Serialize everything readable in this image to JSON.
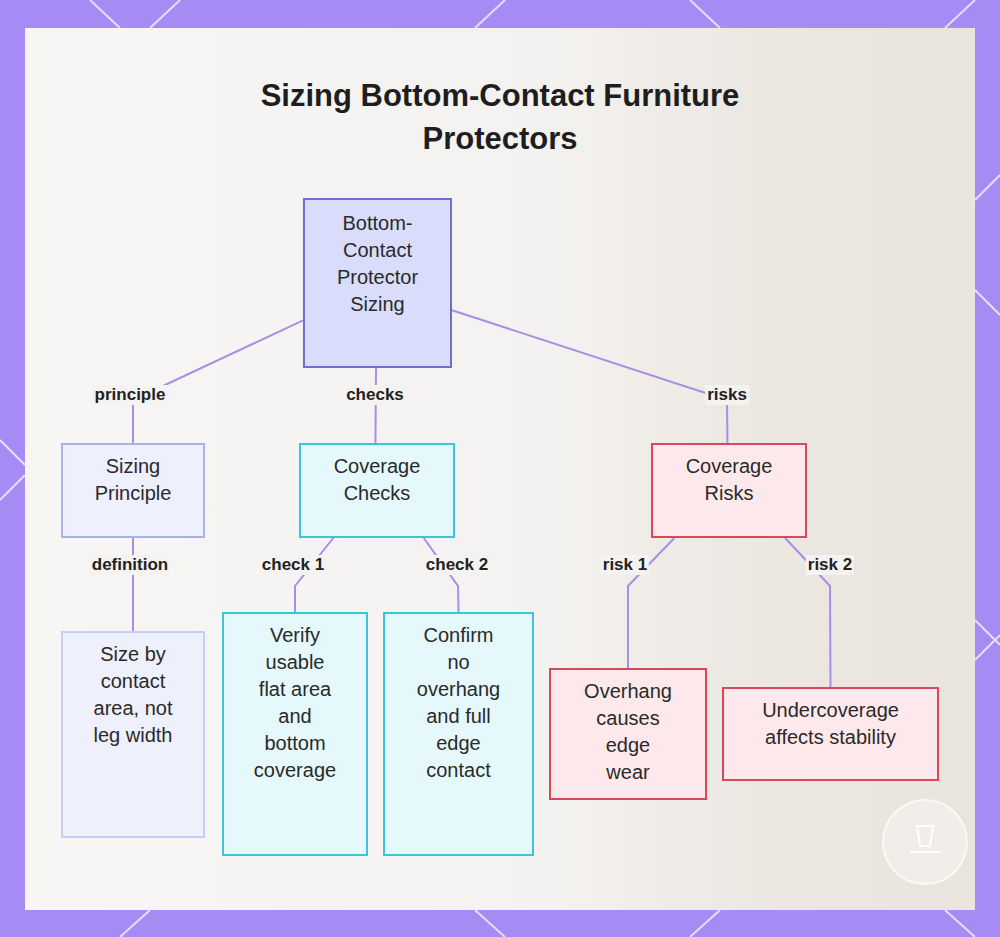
{
  "diagram": {
    "title": "Sizing Bottom-Contact Furniture Protectors",
    "nodes": [
      {
        "text": [
          "Bottom-Contact Protector Sizing"
        ]
      },
      {
        "text": [
          "Sizing Principle"
        ]
      },
      {
        "text": [
          "Size by contact area, not leg width"
        ]
      },
      {
        "text": [
          "Coverage Checks"
        ]
      },
      {
        "text": [
          "Verify usable flat area and bottom coverage"
        ]
      },
      {
        "text": [
          "Confirm no overhang and full edge contact"
        ]
      },
      {
        "text": [
          "Coverage Risks"
        ]
      },
      {
        "text": [
          "Overhang causes edge wear"
        ]
      },
      {
        "text": [
          "Undercoverage affects stability"
        ]
      }
    ],
    "edges": [
      {
        "from": 0,
        "to": 1,
        "label": "principle",
        "arrow": "none"
      },
      {
        "from": 0,
        "to": 3,
        "label": "checks",
        "arrow": "none"
      },
      {
        "from": 0,
        "to": 6,
        "label": "risks",
        "arrow": "none"
      },
      {
        "from": 1,
        "to": 2,
        "label": "definition",
        "arrow": "none"
      },
      {
        "from": 3,
        "to": 4,
        "label": "check 1",
        "arrow": "none"
      },
      {
        "from": 3,
        "to": 5,
        "label": "check 2",
        "arrow": "none"
      },
      {
        "from": 6,
        "to": 7,
        "label": "risk 1",
        "arrow": "none"
      },
      {
        "from": 6,
        "to": 8,
        "label": "risk 2",
        "arrow": "none"
      }
    ]
  }
}
